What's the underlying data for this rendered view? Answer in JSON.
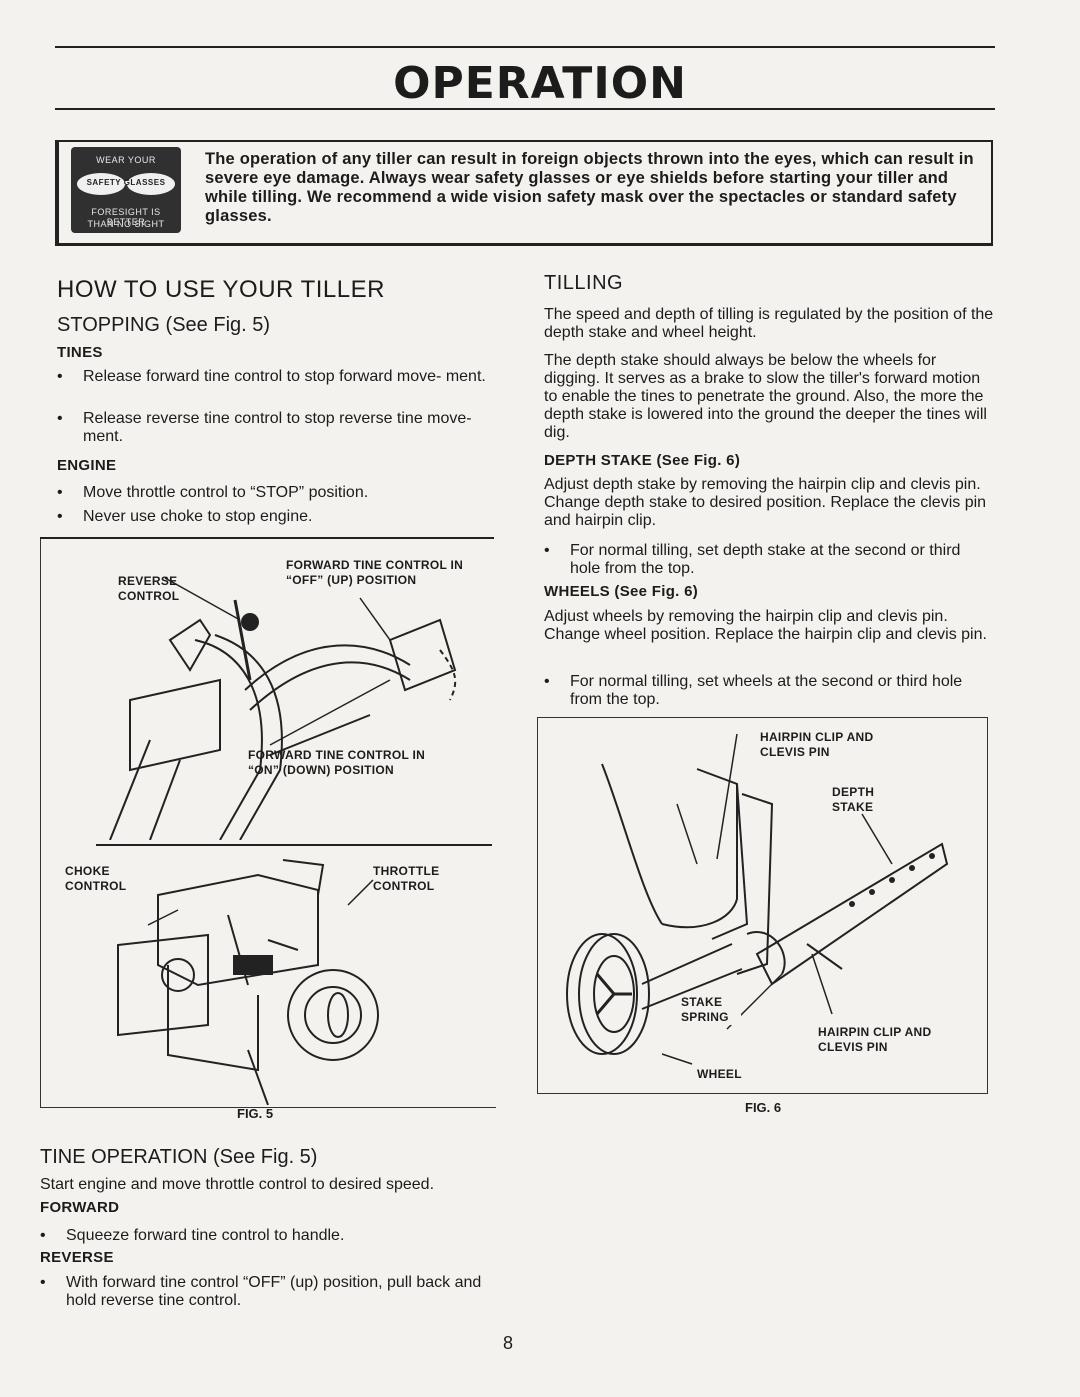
{
  "header": {
    "title": "OPERATION"
  },
  "warning": {
    "badge_lines": [
      "WEAR YOUR",
      "SAFETY GLASSES",
      "FORESIGHT IS BETTER",
      "THAN NO SIGHT"
    ],
    "text": "The operation of any tiller can result in foreign objects thrown into the eyes, which can result in severe eye damage. Always wear safety glasses or eye shields before starting your tiller and while tilling. We recommend a wide vision safety mask over the spectacles or standard safety glasses."
  },
  "left": {
    "heading": "HOW TO USE YOUR TILLER",
    "stopping": "STOPPING (See Fig. 5)",
    "tines_label": "TINES",
    "tines_bullets": [
      "Release forward tine control to stop forward move- ment.",
      "Release reverse tine control to stop reverse tine move- ment."
    ],
    "engine_label": "ENGINE",
    "engine_bullets": [
      "Move throttle control to “STOP” position.",
      "Never use choke to stop engine."
    ],
    "fig5": {
      "reverse_control": "REVERSE CONTROL",
      "fwd_off": "FORWARD TINE CONTROL IN “OFF” (UP) POSITION",
      "fwd_on": "FORWARD TINE CONTROL IN “ON” (DOWN) POSITION",
      "choke": "CHOKE CONTROL",
      "throttle": "THROTTLE CONTROL",
      "caption": "FIG. 5"
    },
    "tine_operation": "TINE OPERATION (See Fig. 5)",
    "tine_op_text": "Start engine and move throttle control to desired speed.",
    "forward_label": "FORWARD",
    "forward_bullet": "Squeeze forward tine control to handle.",
    "reverse_label": "REVERSE",
    "reverse_bullet": "With forward tine control “OFF” (up) position, pull back and hold reverse tine control."
  },
  "right": {
    "heading": "TILLING",
    "para1": "The speed and depth of tilling is regulated by the position of the depth stake and wheel height.",
    "para2": "The depth stake should always be below the wheels for digging. It serves as a brake to slow the tiller's forward motion to enable the tines to penetrate the ground. Also, the more the depth stake is lowered into the ground the deeper the tines will dig.",
    "depth_label": "DEPTH STAKE (See Fig. 6)",
    "depth_text": "Adjust depth stake by removing the hairpin clip and clevis pin. Change depth stake to desired position. Replace the clevis pin and hairpin clip.",
    "depth_bullet": "For normal tilling, set depth stake at the second or third hole from the top.",
    "wheels_label": "WHEELS (See Fig. 6)",
    "wheels_text": "Adjust wheels by removing the hairpin clip and clevis pin. Change wheel position. Replace the hairpin clip and clevis pin.",
    "wheels_bullet": "For normal tilling, set wheels at the second or third hole from the top.",
    "fig6": {
      "hairpin_top": "HAIRPIN CLIP AND CLEVIS PIN",
      "depth_stake": "DEPTH STAKE",
      "stake_spring": "STAKE SPRING",
      "hairpin_bottom": "HAIRPIN CLIP AND CLEVIS PIN",
      "wheel": "WHEEL",
      "caption": "FIG. 6"
    }
  },
  "footer": {
    "page_number": "8"
  }
}
